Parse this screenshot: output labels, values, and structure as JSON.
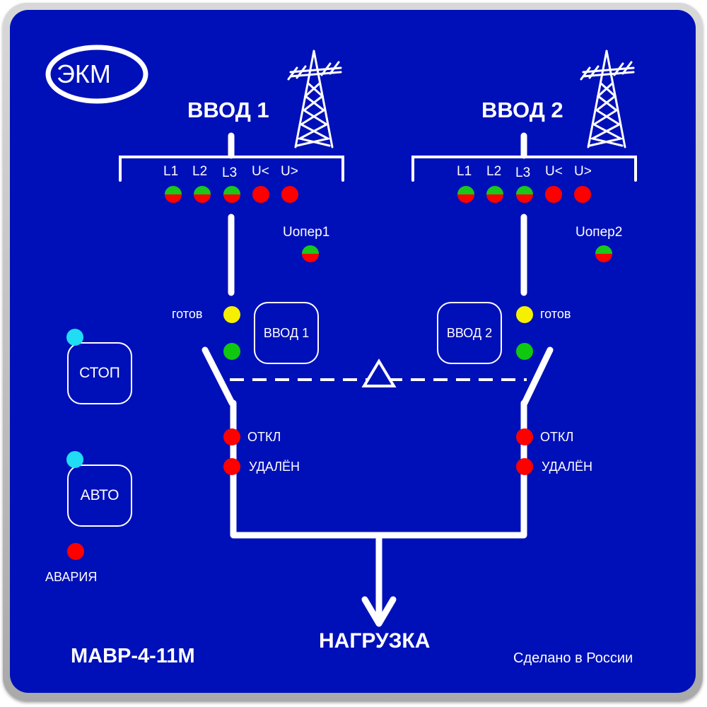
{
  "brand": {
    "logo_text": "ЭКМ"
  },
  "inputs": [
    {
      "title": "ВВОД 1",
      "phase_labels": [
        "L1",
        "L2",
        "L3",
        "U<",
        "U>"
      ],
      "phase_led_states": [
        "green-red",
        "green-red",
        "green-red",
        "red",
        "red"
      ],
      "oper_label": "Uопер1",
      "oper_led_state": "green-red",
      "ready_label": "готов",
      "ready_led_state": "yellow",
      "switch_led_state": "green",
      "button_label": "ВВОД 1",
      "off_label": "ОТКЛ",
      "remote_label": "УДАЛЁН"
    },
    {
      "title": "ВВОД 2",
      "phase_labels": [
        "L1",
        "L2",
        "L3",
        "U<",
        "U>"
      ],
      "phase_led_states": [
        "green-red",
        "green-red",
        "green-red",
        "red",
        "red"
      ],
      "oper_label": "Uопер2",
      "oper_led_state": "green-red",
      "ready_label": "готов",
      "ready_led_state": "yellow",
      "switch_led_state": "green",
      "button_label": "ВВОД 2",
      "off_label": "ОТКЛ",
      "remote_label": "УДАЛЁН"
    }
  ],
  "controls": {
    "stop_label": "СТОП",
    "stop_led_state": "cyan",
    "auto_label": "АВТО",
    "auto_led_state": "cyan",
    "alarm_label": "АВАРИЯ",
    "alarm_led_state": "red"
  },
  "load_label": "НАГРУЗКА",
  "model": "МАВР-4-11М",
  "made_in": "Сделано в России",
  "colors": {
    "panel": "#0010b8",
    "led_green": "#19c819",
    "led_red": "#ff0000",
    "led_yellow": "#f4f000",
    "led_cyan": "#20dcf4"
  }
}
